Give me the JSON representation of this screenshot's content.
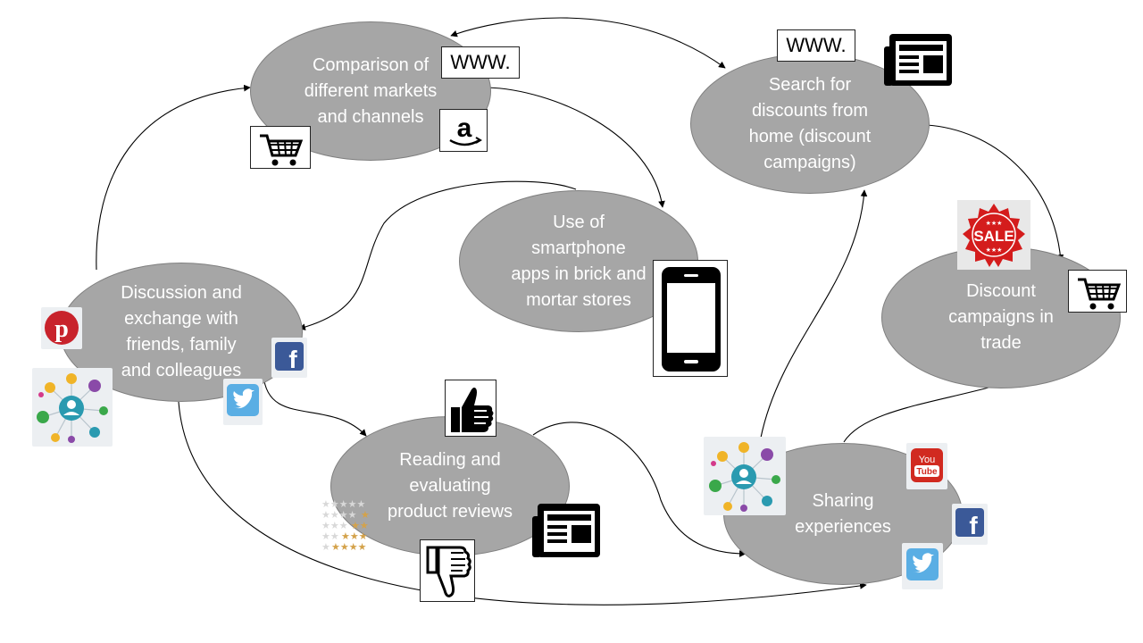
{
  "colors": {
    "node_fill": "#a6a6a6",
    "node_text": "#ffffff",
    "arrow": "#000000"
  },
  "nodes": {
    "comparison": {
      "label": "Comparison of\ndifferent markets\nand channels"
    },
    "search": {
      "label": "Search for\ndiscounts from\nhome (discount\ncampaigns)"
    },
    "smartphone": {
      "label": "Use of\nsmartphone\napps in brick and\nmortar stores"
    },
    "discussion": {
      "label": "Discussion and\nexchange with\nfriends, family\nand colleagues"
    },
    "discount": {
      "label": "Discount\ncampaigns in\ntrade"
    },
    "reviews": {
      "label": "Reading and\nevaluating\nproduct reviews"
    },
    "sharing": {
      "label": "Sharing\nexperiences"
    }
  },
  "badges": {
    "www_1": "WWW.",
    "www_2": "WWW.",
    "sale": "SALE",
    "youtube_you": "You",
    "youtube_tube": "Tube"
  },
  "icons": [
    "www-icon",
    "amazon-icon",
    "shopping-cart-icon",
    "newspaper-icon",
    "sale-badge-icon",
    "smartphone-icon",
    "pinterest-icon",
    "facebook-icon",
    "twitter-icon",
    "social-network-icon",
    "thumbs-up-icon",
    "thumbs-down-icon",
    "star-rating-icon",
    "youtube-icon"
  ]
}
